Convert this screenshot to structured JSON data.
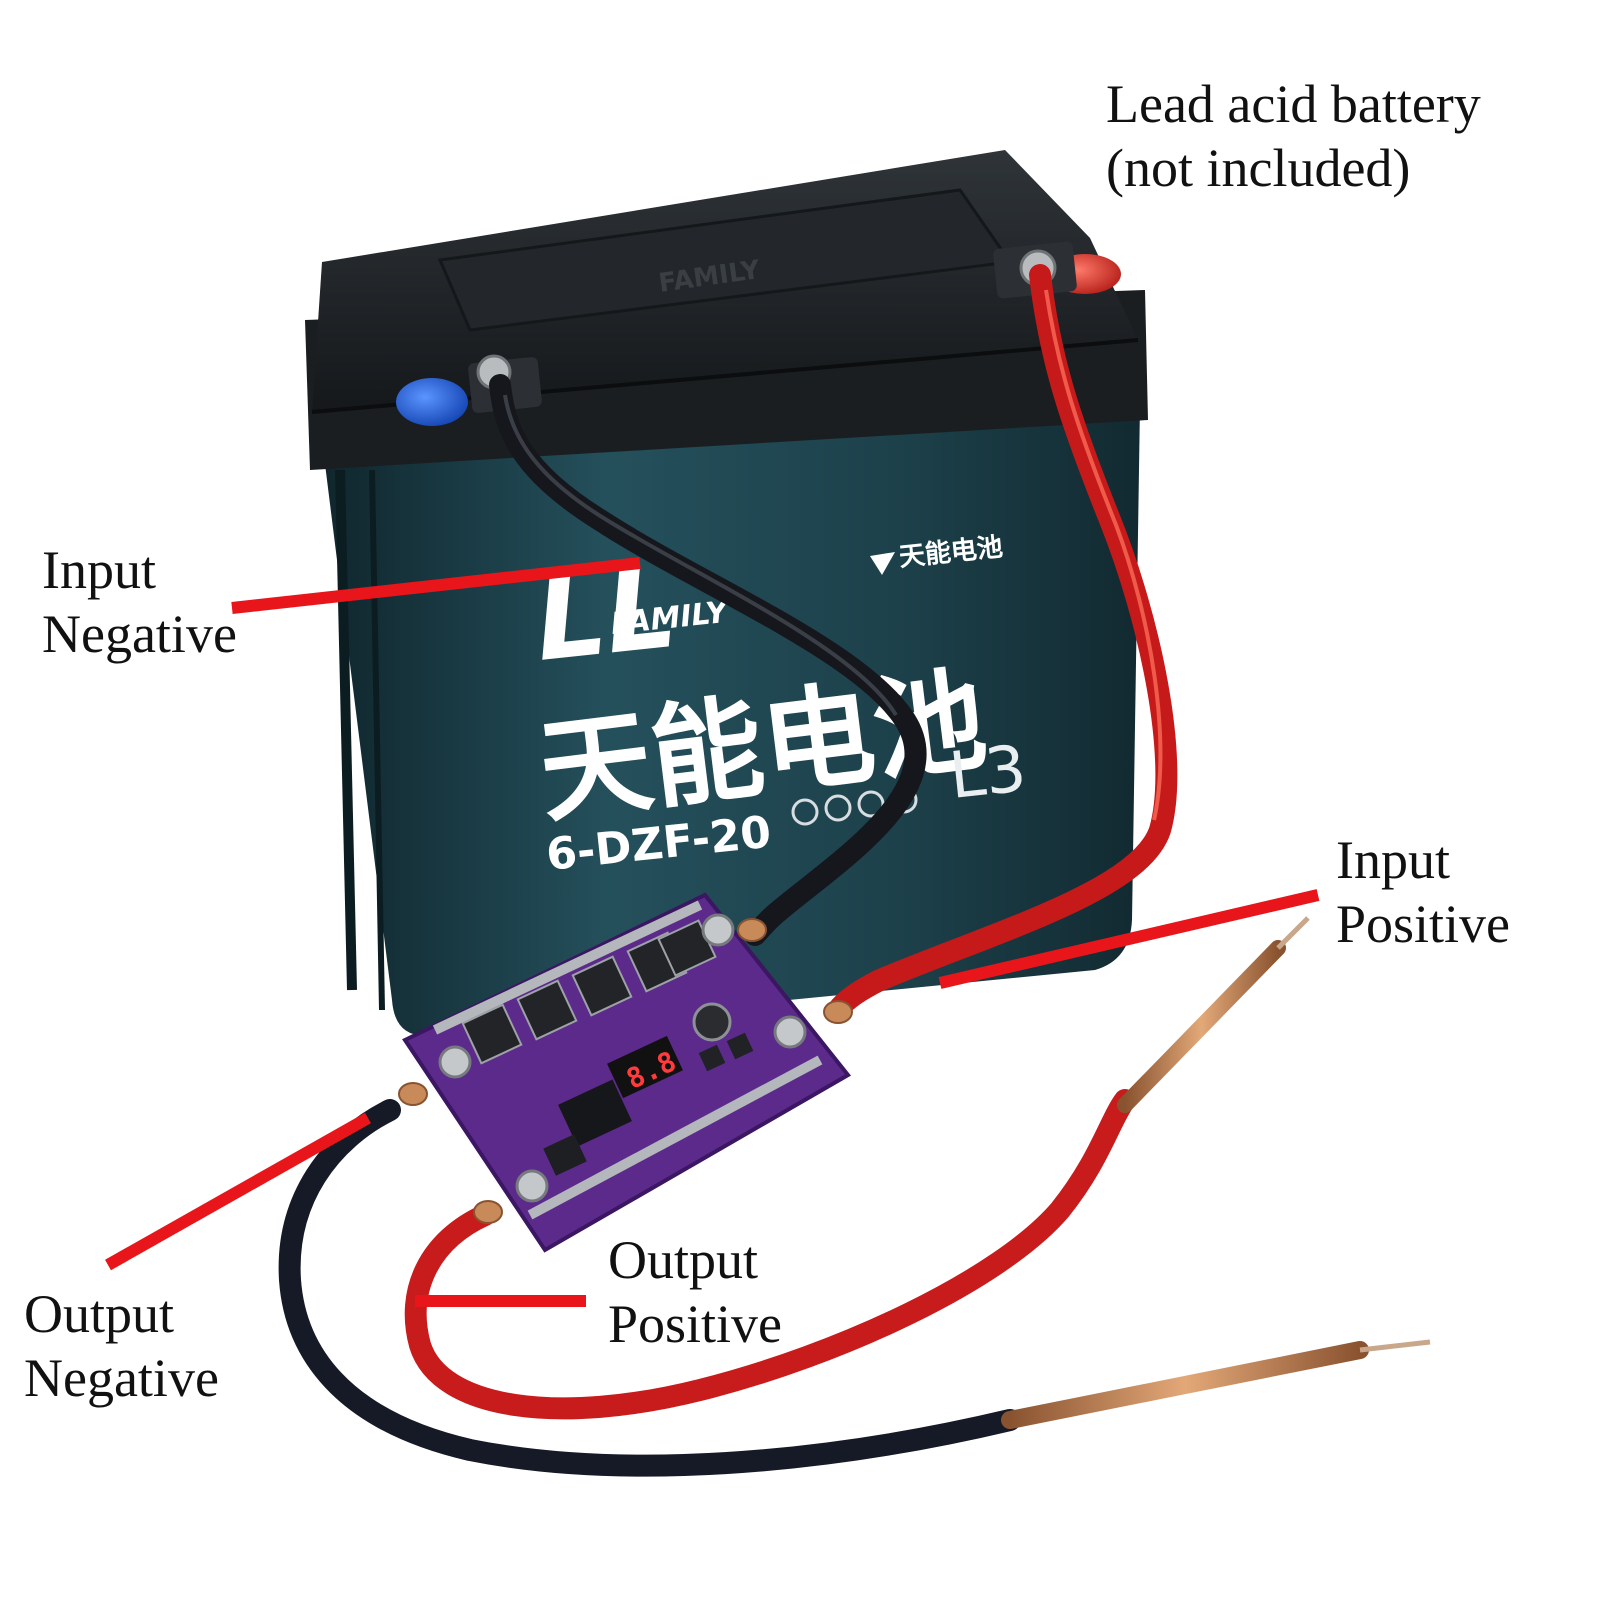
{
  "labels": {
    "battery": {
      "line1": "Lead acid battery",
      "line2": "(not included)"
    },
    "input_negative": {
      "line1": "Input",
      "line2": "Negative"
    },
    "input_positive": {
      "line1": "Input",
      "line2": "Positive"
    },
    "output_negative": {
      "line1": "Output",
      "line2": "Negative"
    },
    "output_positive": {
      "line1": "Output",
      "line2": "Positive"
    }
  },
  "battery_print": {
    "brand_top": "FAMILY",
    "brand_logo": "LL",
    "brand_logo_sub": "FAMILY",
    "maker_small": "天能电池",
    "maker_large": "天能电池",
    "series": "L3",
    "model": "6-DZF-20"
  },
  "board_display": "8.8",
  "colors": {
    "battery_body": "#1e3c45",
    "battery_lid": "#1f2326",
    "cable_red": "#d01e1e",
    "cable_black": "#1a1c22",
    "pointer_red": "#e8151b",
    "pcb_purple": "#5b2a8a",
    "copper": "#c98a5a",
    "terminal_blue": "#1c5fd6",
    "terminal_red": "#e2302a"
  }
}
